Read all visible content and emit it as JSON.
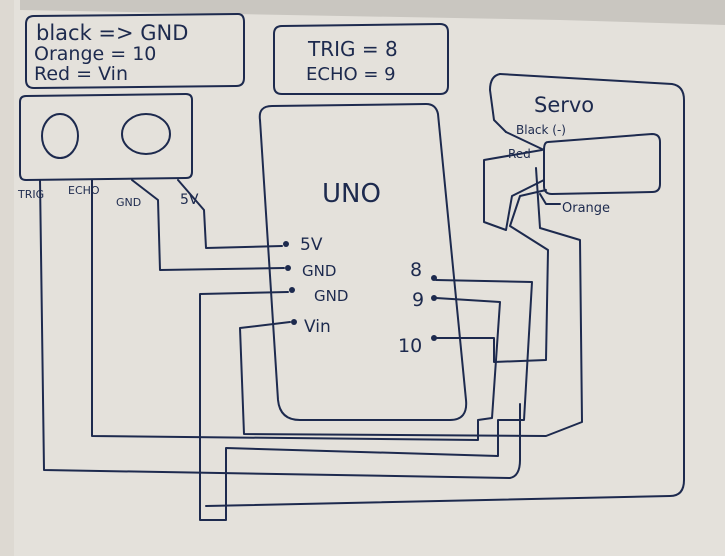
{
  "legend": {
    "black": "black => GND",
    "orange": "Orange = 10",
    "red": "Red = Vin"
  },
  "sensor_pins": {
    "trig": "TRIG",
    "echo": "ECHO",
    "gnd": "GND",
    "v5": "5V"
  },
  "pins_note": {
    "trig": "TRIG = 8",
    "echo": "ECHO = 9"
  },
  "board": {
    "title": "UNO",
    "pin_5v": "5V",
    "pin_gnd1": "GND",
    "pin_gnd2": "GND",
    "pin_vin": "Vin",
    "pin_8": "8",
    "pin_9": "9",
    "pin_10": "10"
  },
  "servo": {
    "title": "Servo",
    "black": "Black (-)",
    "red": "Red",
    "orange": "Orange"
  },
  "colors": {
    "paper": "#ddd9d2",
    "ink": "#1d2a4e"
  }
}
